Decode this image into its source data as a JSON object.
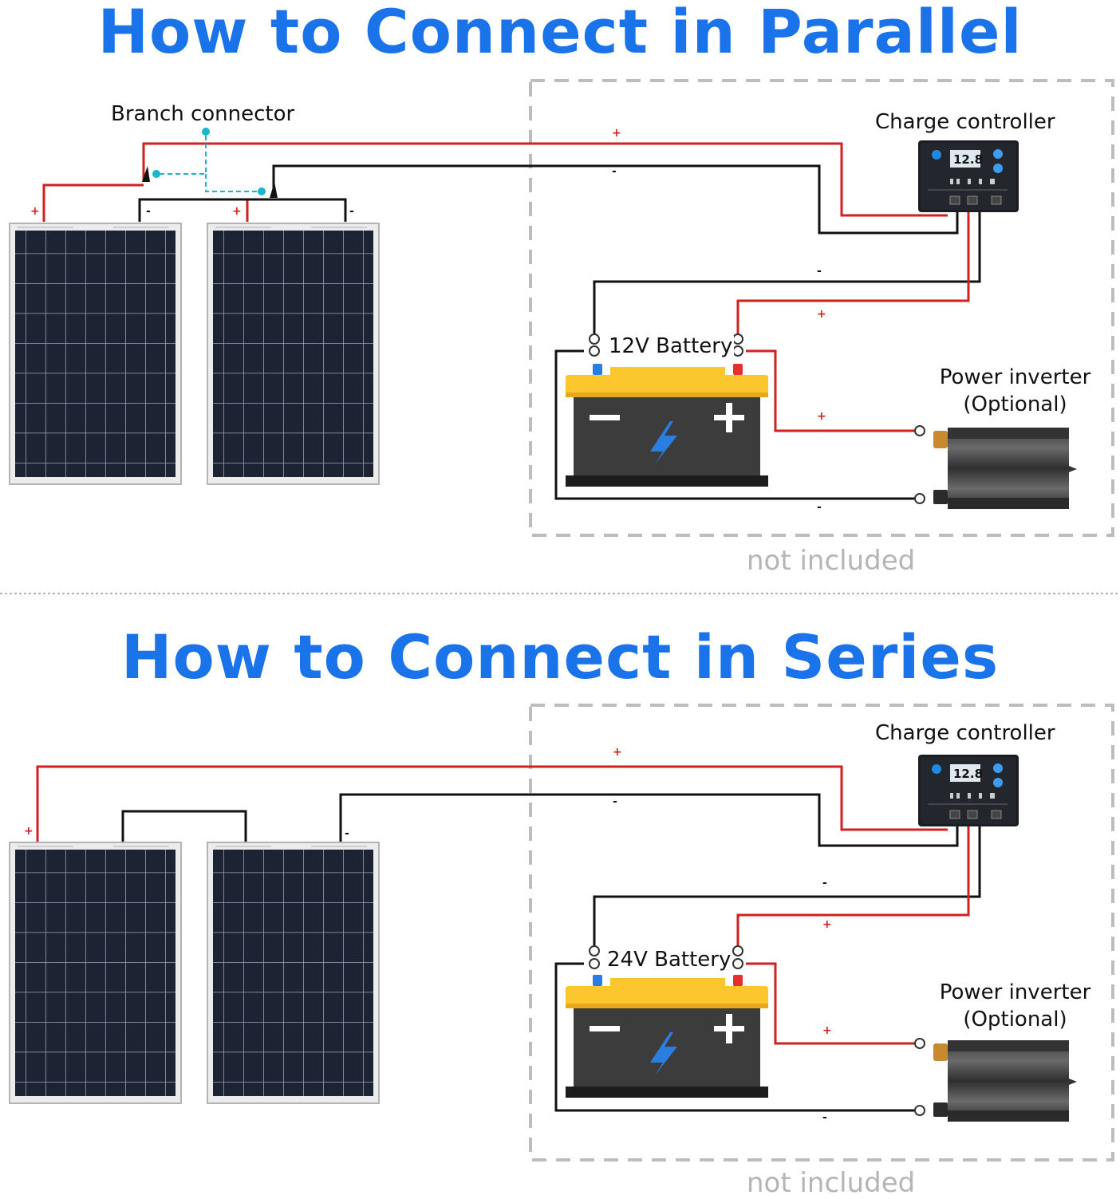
{
  "parallel": {
    "title": "How to Connect in Parallel",
    "branch_label": "Branch connector",
    "controller_label": "Charge controller",
    "battery_label": "12V Battery",
    "inverter_label_line1": "Power inverter",
    "inverter_label_line2": "(Optional)",
    "not_included": "not included",
    "controller_display": "12.8"
  },
  "series": {
    "title": "How to Connect in Series",
    "controller_label": "Charge controller",
    "battery_label": "24V Battery",
    "inverter_label_line1": "Power inverter",
    "inverter_label_line2": "(Optional)",
    "not_included": "not included",
    "controller_display": "12.8"
  },
  "signs": {
    "plus": "+",
    "minus": "-"
  },
  "colors": {
    "title": "#1a73e8",
    "positive_wire": "#d22020",
    "negative_wire": "#111111",
    "branch_connector": "#19b5c8",
    "battery_top": "#fcc72e",
    "battery_body": "#3c3c3c",
    "bolt": "#2a7de1",
    "panel_cell": "#1c2433",
    "dashed_box": "#bdbdbd"
  },
  "icons": [
    "solar-panel-icon",
    "charge-controller-icon",
    "battery-icon",
    "lightning-bolt-icon",
    "power-inverter-icon",
    "ring-terminal-icon"
  ]
}
